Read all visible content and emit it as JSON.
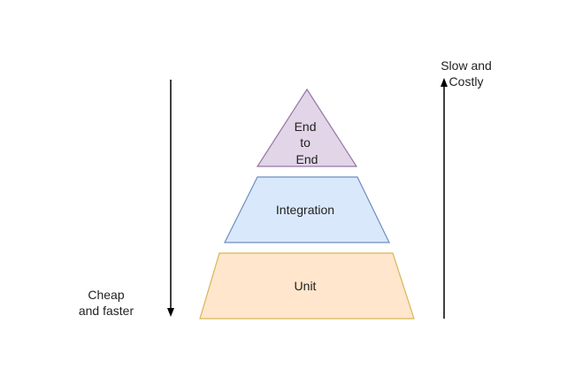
{
  "pyramid": {
    "top": {
      "lines": [
        "End",
        "to",
        "End"
      ],
      "fill": "#e1d5e7",
      "stroke": "#9673a6"
    },
    "middle": {
      "label": "Integration",
      "fill": "#dae8fc",
      "stroke": "#6c8ebf"
    },
    "bottom": {
      "label": "Unit",
      "fill": "#ffe6cc",
      "stroke": "#d6b656"
    }
  },
  "left_arrow": {
    "lines": [
      "Cheap",
      "and faster"
    ],
    "direction": "down"
  },
  "right_arrow": {
    "lines": [
      "Slow and",
      "Costly"
    ],
    "direction": "up"
  },
  "line_color": "#000000"
}
